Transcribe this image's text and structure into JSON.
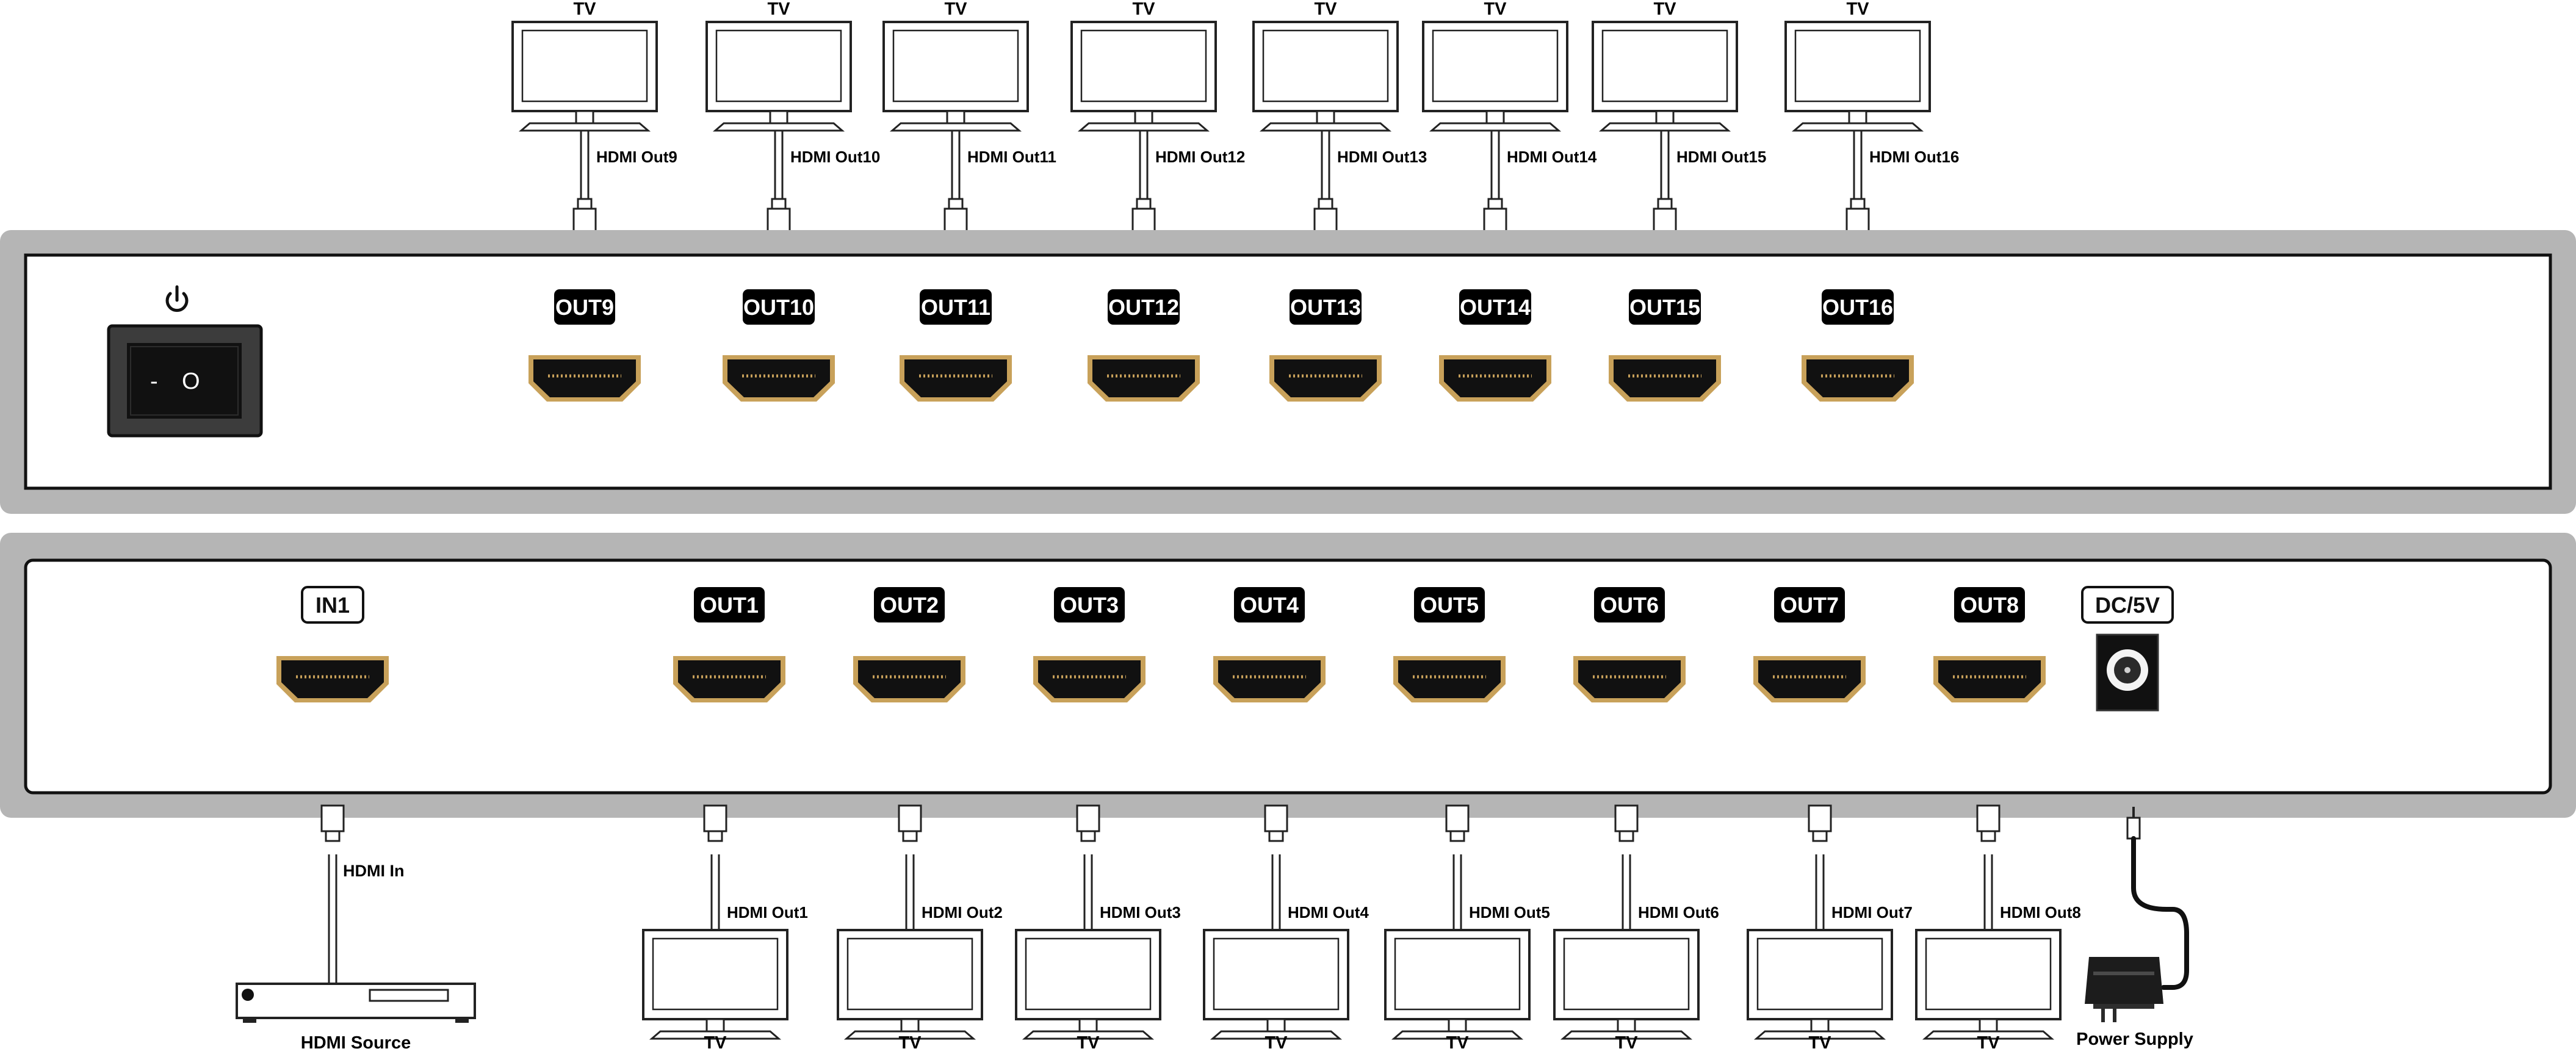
{
  "top_tvs": [
    {
      "tv_label": "TV",
      "cable_label": "HDMI Out9"
    },
    {
      "tv_label": "TV",
      "cable_label": "HDMI Out10"
    },
    {
      "tv_label": "TV",
      "cable_label": "HDMI Out11"
    },
    {
      "tv_label": "TV",
      "cable_label": "HDMI Out12"
    },
    {
      "tv_label": "TV",
      "cable_label": "HDMI Out13"
    },
    {
      "tv_label": "TV",
      "cable_label": "HDMI Out14"
    },
    {
      "tv_label": "TV",
      "cable_label": "HDMI Out15"
    },
    {
      "tv_label": "TV",
      "cable_label": "HDMI Out16"
    }
  ],
  "top_panel": {
    "power_switch": {
      "off_symbol": "-",
      "on_symbol": "O",
      "icon": "power-icon"
    },
    "ports": [
      "OUT9",
      "OUT10",
      "OUT11",
      "OUT12",
      "OUT13",
      "OUT14",
      "OUT15",
      "OUT16"
    ]
  },
  "bottom_panel": {
    "input_port": "IN1",
    "ports": [
      "OUT1",
      "OUT2",
      "OUT3",
      "OUT4",
      "OUT5",
      "OUT6",
      "OUT7",
      "OUT8"
    ],
    "power_port": "DC/5V"
  },
  "hdmi_source": {
    "cable_label": "HDMI In",
    "device_label": "HDMI Source"
  },
  "bottom_tvs": [
    {
      "tv_label": "TV",
      "cable_label": "HDMI Out1"
    },
    {
      "tv_label": "TV",
      "cable_label": "HDMI Out2"
    },
    {
      "tv_label": "TV",
      "cable_label": "HDMI Out3"
    },
    {
      "tv_label": "TV",
      "cable_label": "HDMI Out4"
    },
    {
      "tv_label": "TV",
      "cable_label": "HDMI Out5"
    },
    {
      "tv_label": "TV",
      "cable_label": "HDMI Out6"
    },
    {
      "tv_label": "TV",
      "cable_label": "HDMI Out7"
    },
    {
      "tv_label": "TV",
      "cable_label": "HDMI Out8"
    }
  ],
  "power_supply": {
    "label": "Power Supply"
  },
  "colors": {
    "chassis": "#b5b5b5",
    "panel_face": "#ffffff",
    "label_bg": "#000000",
    "connector_gold": "#c8a15a",
    "connector_body": "#111111"
  }
}
